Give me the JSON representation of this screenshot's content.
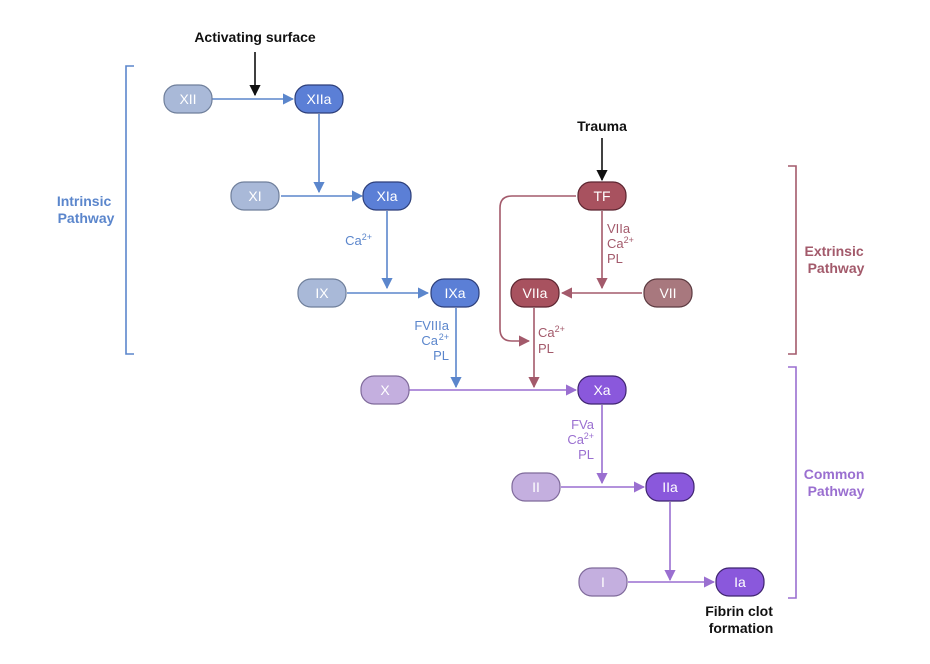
{
  "title_top": "Activating surface",
  "title_trauma": "Trauma",
  "outcome": [
    "Fibrin clot",
    "formation"
  ],
  "colors": {
    "intrinsic": "#5b86cc",
    "intrinsic_active_fill": "#5b7fd6",
    "intrinsic_inactive_fill": "#a9b9d8",
    "extrinsic": "#a35a6b",
    "extrinsic_active_fill": "#a8525f",
    "extrinsic_inactive_fill": "#a8787e",
    "common": "#9a6fd0",
    "common_active_fill": "#8a58dc",
    "common_inactive_fill": "#c4afdf",
    "black": "#111111"
  },
  "pathways": {
    "intrinsic": [
      "Intrinsic",
      "Pathway"
    ],
    "extrinsic": [
      "Extrinsic",
      "Pathway"
    ],
    "common": [
      "Common",
      "Pathway"
    ]
  },
  "nodes": {
    "xii": "XII",
    "xiia": "XIIa",
    "xi": "XI",
    "xia": "XIa",
    "ix": "IX",
    "ixa": "IXa",
    "tf": "TF",
    "viia": "VIIa",
    "vii": "VII",
    "x": "X",
    "xa": "Xa",
    "ii": "II",
    "iia": "IIa",
    "i": "I",
    "ia": "Ia"
  },
  "cofactors": {
    "ca": "Ca",
    "sup": "2+",
    "fviiia": "FVIIIa",
    "viia": "VIIa",
    "fva": "FVa",
    "pl": "PL"
  }
}
